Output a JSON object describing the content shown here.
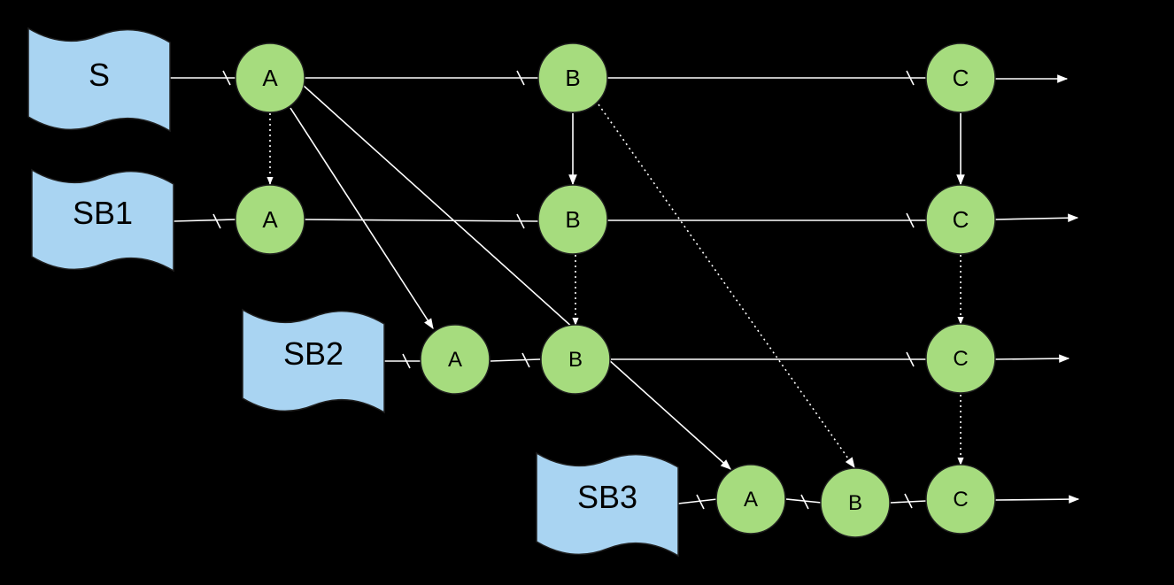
{
  "colors": {
    "background": "#000000",
    "wave_fill": "#a9d4f2",
    "wave_stroke": "#1f1f1f",
    "node_fill": "#a6dc7e",
    "node_stroke": "#1f1f1f",
    "edge": "#ffffff"
  },
  "sources": [
    {
      "id": "S",
      "label": "S"
    },
    {
      "id": "SB1",
      "label": "SB1"
    },
    {
      "id": "SB2",
      "label": "SB2"
    },
    {
      "id": "SB3",
      "label": "SB3"
    }
  ],
  "rows": [
    {
      "source": "S",
      "nodes": [
        {
          "id": "S_A",
          "label": "A"
        },
        {
          "id": "S_B",
          "label": "B"
        },
        {
          "id": "S_C",
          "label": "C"
        }
      ]
    },
    {
      "source": "SB1",
      "nodes": [
        {
          "id": "SB1_A",
          "label": "A"
        },
        {
          "id": "SB1_B",
          "label": "B"
        },
        {
          "id": "SB1_C",
          "label": "C"
        }
      ]
    },
    {
      "source": "SB2",
      "nodes": [
        {
          "id": "SB2_A",
          "label": "A"
        },
        {
          "id": "SB2_B",
          "label": "B"
        },
        {
          "id": "SB2_C",
          "label": "C"
        }
      ]
    },
    {
      "source": "SB3",
      "nodes": [
        {
          "id": "SB3_A",
          "label": "A"
        },
        {
          "id": "SB3_B",
          "label": "B"
        },
        {
          "id": "SB3_C",
          "label": "C"
        }
      ]
    }
  ],
  "edges": [
    {
      "from": "S_A",
      "to": "SB2_A",
      "style": "solid"
    },
    {
      "from": "S_A",
      "to": "SB3_A",
      "style": "solid"
    },
    {
      "from": "S_A",
      "to": "SB1_A",
      "style": "dotted"
    },
    {
      "from": "S_B",
      "to": "SB1_B",
      "style": "solid"
    },
    {
      "from": "S_B",
      "to": "SB3_B",
      "style": "dotted"
    },
    {
      "from": "SB1_B",
      "to": "SB2_B",
      "style": "dotted"
    },
    {
      "from": "S_C",
      "to": "SB1_C",
      "style": "solid"
    },
    {
      "from": "SB1_C",
      "to": "SB2_C",
      "style": "dotted"
    },
    {
      "from": "SB2_C",
      "to": "SB3_C",
      "style": "dotted"
    }
  ]
}
